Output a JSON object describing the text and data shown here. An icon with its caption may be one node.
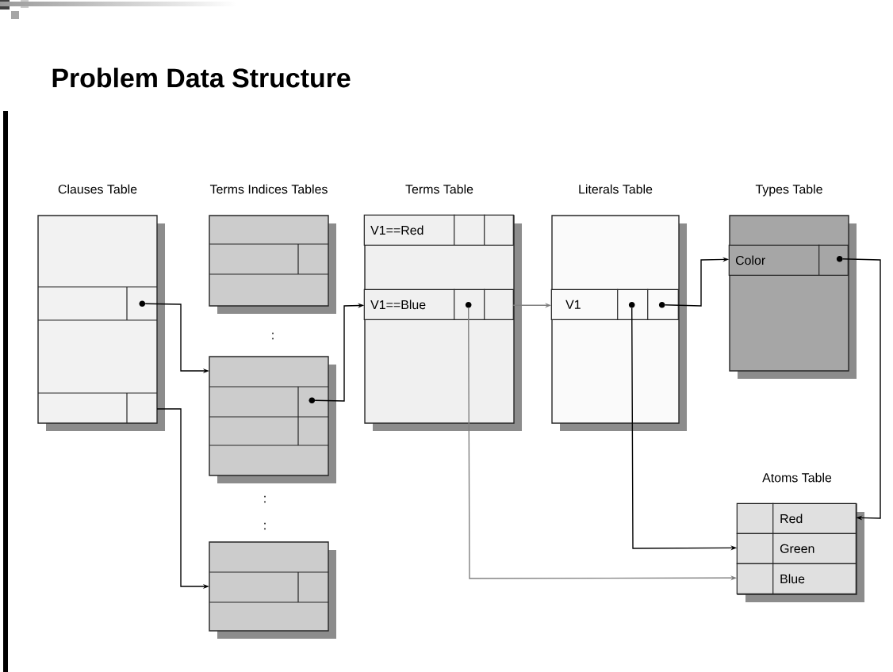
{
  "diagram": {
    "title": "Problem Data Structure",
    "nodes": [
      {
        "text": [
          "Clauses Table"
        ]
      },
      {
        "text": [
          "Terms Indices Tables"
        ]
      },
      {
        "text": [],
        "shape": "box"
      },
      {
        "text": [],
        "shape": "box"
      },
      {
        "text": [
          "Terms Table"
        ]
      },
      {
        "text": [
          "V1==Red"
        ],
        "in": 4
      },
      {
        "text": [
          "V1==Blue"
        ],
        "in": 4
      },
      {
        "text": [
          "Literals Table"
        ]
      },
      {
        "text": [
          "V1"
        ],
        "in": 7
      },
      {
        "text": [
          "Types Table"
        ]
      },
      {
        "text": [
          "Color"
        ],
        "in": 9
      },
      {
        "text": [
          "Atoms Table"
        ]
      },
      {
        "text": [
          "Red"
        ],
        "in": 11
      },
      {
        "text": [
          "Green"
        ],
        "in": 11
      },
      {
        "text": [
          "Blue"
        ],
        "in": 11
      },
      {
        "text": [],
        "shape": "circle",
        "in": 0
      },
      {
        "text": [],
        "shape": "circle",
        "in": 2
      },
      {
        "text": [],
        "shape": "circle",
        "in": 6
      },
      {
        "text": [],
        "shape": "circle",
        "in": 8
      },
      {
        "text": [],
        "shape": "circle",
        "in": 8
      },
      {
        "text": [],
        "shape": "circle",
        "in": 10
      }
    ],
    "edges": [
      {
        "from": 15,
        "to": 2,
        "arrow": "to"
      },
      {
        "from": 0,
        "to": 3,
        "arrow": "to"
      },
      {
        "from": 16,
        "to": 6,
        "arrow": "to"
      },
      {
        "from": 17,
        "to": 14,
        "arrow": "to",
        "color": "#808080"
      },
      {
        "from": 6,
        "to": 8,
        "arrow": "to",
        "color": "#808080"
      },
      {
        "from": 18,
        "to": 13,
        "arrow": "to"
      },
      {
        "from": 19,
        "to": 10,
        "arrow": "to"
      },
      {
        "from": 20,
        "to": 12,
        "arrow": "to"
      }
    ],
    "labels": [
      ":",
      ":",
      ":"
    ]
  }
}
